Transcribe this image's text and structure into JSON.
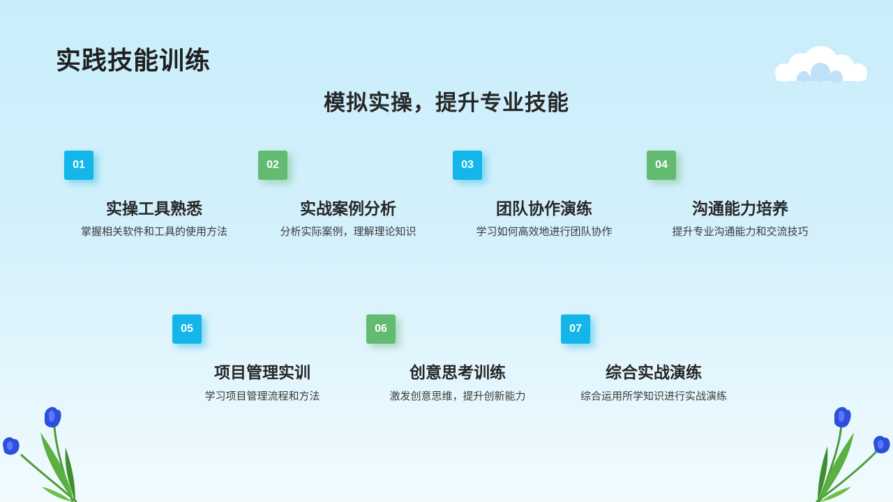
{
  "slide": {
    "title": "实践技能训练",
    "subtitle": "模拟实操，提升专业技能"
  },
  "items": [
    {
      "number": "01",
      "title": "实操工具熟悉",
      "description": "掌握相关软件和工具的使用方法",
      "color": "#14b6ea"
    },
    {
      "number": "02",
      "title": "实战案例分析",
      "description": "分析实际案例，理解理论知识",
      "color": "#63bb72"
    },
    {
      "number": "03",
      "title": "团队协作演练",
      "description": "学习如何高效地进行团队协作",
      "color": "#14b6ea"
    },
    {
      "number": "04",
      "title": "沟通能力培养",
      "description": "提升专业沟通能力和交流技巧",
      "color": "#63bb72"
    },
    {
      "number": "05",
      "title": "项目管理实训",
      "description": "学习项目管理流程和方法",
      "color": "#14b6ea"
    },
    {
      "number": "06",
      "title": "创意思考训练",
      "description": "激发创意思维，提升创新能力",
      "color": "#63bb72"
    },
    {
      "number": "07",
      "title": "综合实战演练",
      "description": "综合运用所学知识进行实战演练",
      "color": "#14b6ea"
    }
  ],
  "decorations": {
    "cloud_icon": "cloud-icon",
    "flower_icon": "tulip-icon",
    "background_top": "#c9eefb",
    "background_bottom": "#f1fbfe"
  }
}
